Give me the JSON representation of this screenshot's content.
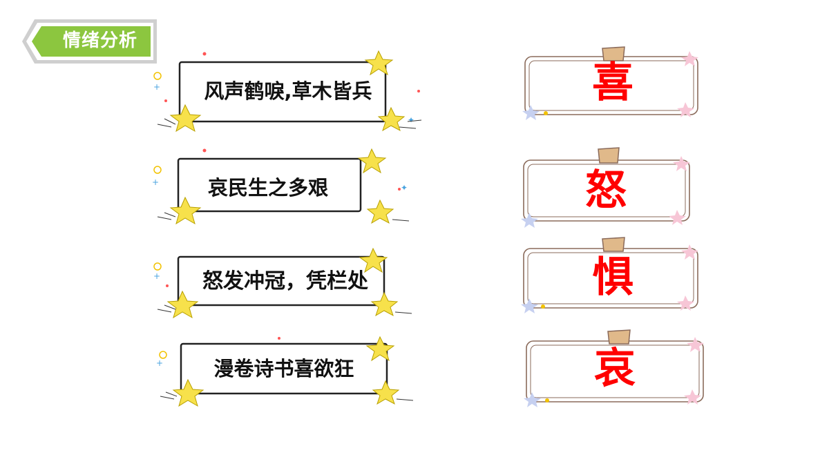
{
  "title": "情绪分析",
  "colors": {
    "badge_green": "#8cc63f",
    "emotion_red": "#ff0000",
    "star_yellow": "#f7e14b"
  },
  "phrases": [
    "风声鹤唳,草木皆兵",
    "哀民生之多艰",
    "怒发冲冠，凭栏处",
    "漫卷诗书喜欲狂"
  ],
  "emotions": [
    "喜",
    "怒",
    "惧",
    "哀"
  ]
}
